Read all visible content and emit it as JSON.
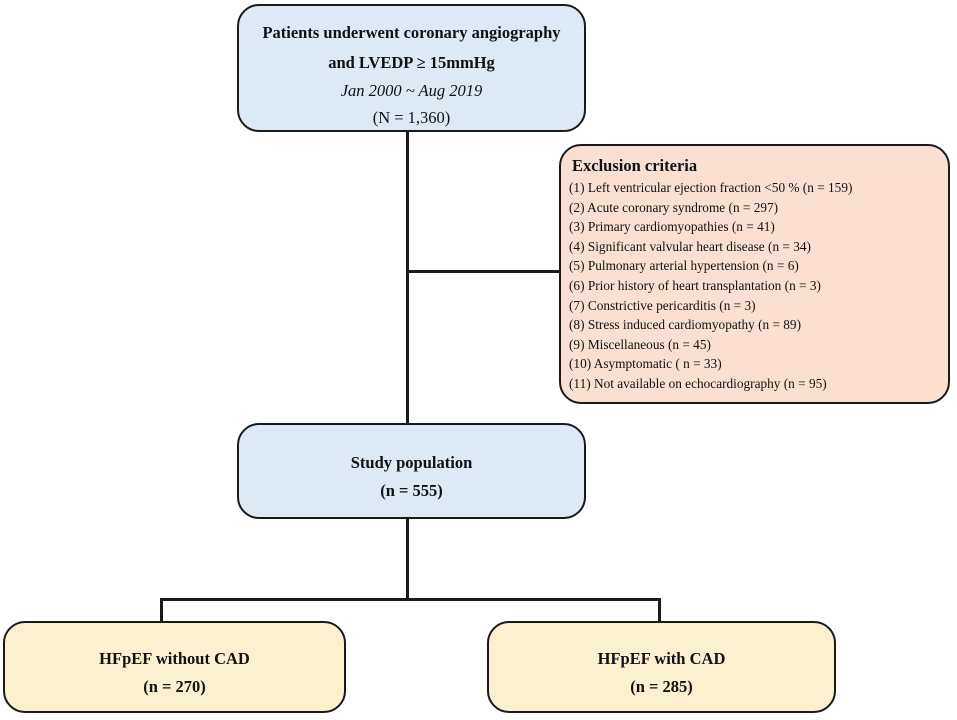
{
  "top_box": {
    "line1": "Patients underwent coronary angiography",
    "line2": "and LVEDP ≥ 15mmHg",
    "period": "Jan 2000 ~ Aug 2019",
    "count": "(N = 1,360)"
  },
  "exclusion": {
    "title": "Exclusion criteria",
    "items": [
      "(1) Left ventricular ejection fraction <50 % (n = 159)",
      "(2) Acute coronary syndrome (n = 297)",
      "(3) Primary cardiomyopathies (n = 41)",
      "(4) Significant valvular heart disease (n = 34)",
      "(5) Pulmonary arterial hypertension (n = 6)",
      "(6) Prior history of heart transplantation (n = 3)",
      "(7) Constrictive pericarditis (n = 3)",
      "(8) Stress induced cardiomyopathy (n = 89)",
      "(9) Miscellaneous (n = 45)",
      "(10) Asymptomatic ( n = 33)",
      "(11) Not available on echocardiography (n = 95)"
    ]
  },
  "study": {
    "title": "Study population",
    "count": "(n = 555)"
  },
  "left_leaf": {
    "title": "HFpEF without CAD",
    "count": "(n = 270)"
  },
  "right_leaf": {
    "title": "HFpEF with CAD",
    "count": "(n = 285)"
  },
  "colors": {
    "blue": "#dde9f5",
    "peach": "#fbe0d2",
    "yellow": "#fcf1cf",
    "line": "#1a1a1a"
  }
}
